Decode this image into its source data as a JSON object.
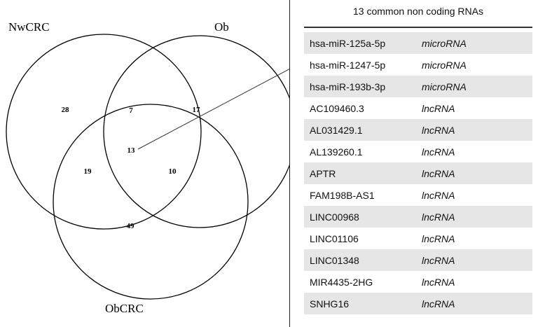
{
  "venn": {
    "sets": [
      {
        "label": "NwCRC"
      },
      {
        "label": "Ob"
      },
      {
        "label": "ObCRC"
      }
    ],
    "regions": {
      "nwcrc_only": "28",
      "nwcrc_ob": "7",
      "ob_only": "17",
      "all_three": "13",
      "nwcrc_obcrc": "19",
      "ob_obcrc": "10",
      "obcrc_only": "49"
    }
  },
  "table": {
    "title": "13 common non coding RNAs",
    "rows": [
      {
        "name": "hsa-miR-125a-5p",
        "type": "microRNA"
      },
      {
        "name": "hsa-miR-1247-5p",
        "type": "microRNA"
      },
      {
        "name": "hsa-miR-193b-3p",
        "type": "microRNA"
      },
      {
        "name": "AC109460.3",
        "type": "lncRNA"
      },
      {
        "name": "AL031429.1",
        "type": "lncRNA"
      },
      {
        "name": "AL139260.1",
        "type": "lncRNA"
      },
      {
        "name": "APTR",
        "type": "lncRNA"
      },
      {
        "name": "FAM198B-AS1",
        "type": "lncRNA"
      },
      {
        "name": "LINC00968",
        "type": "lncRNA"
      },
      {
        "name": "LINC01106",
        "type": "lncRNA"
      },
      {
        "name": "LINC01348",
        "type": "lncRNA"
      },
      {
        "name": "MIR4435-2HG",
        "type": "lncRNA"
      },
      {
        "name": "SNHG16",
        "type": "lncRNA"
      }
    ]
  }
}
